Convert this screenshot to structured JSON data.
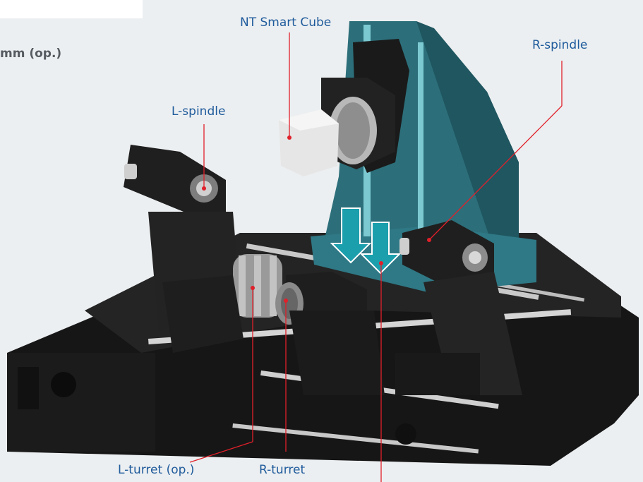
{
  "header_fragment": "mm (op.)",
  "labels": {
    "nt_smart_cube": "NT Smart Cube",
    "r_spindle": "R-spindle",
    "l_spindle": "L-spindle",
    "l_turret": "L-turret (op.)",
    "r_turret": "R-turret"
  },
  "colors": {
    "machine_body": "#1f1f1f",
    "column_teal": "#2c6f7a",
    "arrow_teal": "#1c9fad",
    "label_text": "#1f5b9c",
    "leader_line": "#e0202a"
  }
}
